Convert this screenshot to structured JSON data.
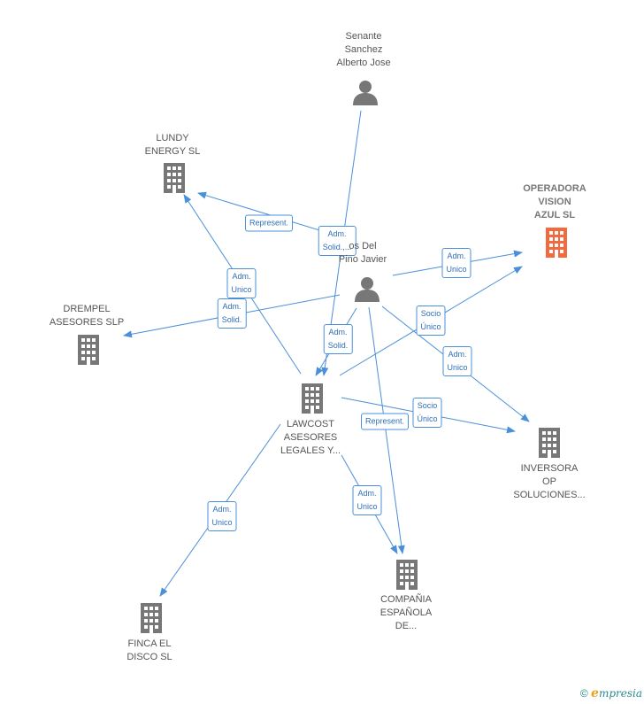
{
  "nodes": [
    {
      "id": "senante",
      "type": "person",
      "label": "Senante\nSanchez\nAlberto Jose",
      "color": "#777777"
    },
    {
      "id": "center_person",
      "type": "person",
      "label": "os Del\nPino Javier",
      "color": "#777777"
    },
    {
      "id": "lundy",
      "type": "company",
      "label": "LUNDY\nENERGY SL",
      "color": "#777777"
    },
    {
      "id": "operadora",
      "type": "company",
      "label": "OPERADORA\nVISION\nAZUL  SL",
      "color": "#f26a3d",
      "main": true
    },
    {
      "id": "drempel",
      "type": "company",
      "label": "DREMPEL\nASESORES  SLP",
      "color": "#777777"
    },
    {
      "id": "lawcost",
      "type": "company",
      "label": "LAWCOST\nASESORES\nLEGALES Y...",
      "color": "#777777"
    },
    {
      "id": "inversora",
      "type": "company",
      "label": "INVERSORA\nOP\nSOLUCIONES...",
      "color": "#777777"
    },
    {
      "id": "compania",
      "type": "company",
      "label": "COMPAÑIA\nESPAÑOLA\nDE...",
      "color": "#777777"
    },
    {
      "id": "finca",
      "type": "company",
      "label": "FINCA EL\nDISCO  SL",
      "color": "#777777"
    }
  ],
  "edges": [
    {
      "from": "senante",
      "to": "lawcost",
      "label": "Adm.\nSolid.,..."
    },
    {
      "from": "lawcost",
      "to": "lundy",
      "label": "Adm.\nUnico"
    },
    {
      "from": "center_person",
      "to": "lundy",
      "label": "Represent."
    },
    {
      "from": "center_person",
      "to": "drempel",
      "label": "Adm.\nSolid."
    },
    {
      "from": "center_person",
      "to": "lawcost",
      "label": "Adm.\nSolid."
    },
    {
      "from": "center_person",
      "to": "operadora",
      "label": "Adm.\nUnico"
    },
    {
      "from": "lawcost",
      "to": "operadora",
      "label": "Socio\nÚnico"
    },
    {
      "from": "center_person",
      "to": "inversora",
      "label": "Adm.\nUnico"
    },
    {
      "from": "lawcost",
      "to": "inversora",
      "label": "Socio\nÚnico"
    },
    {
      "from": "center_person",
      "to": "compania",
      "label": "Represent."
    },
    {
      "from": "lawcost",
      "to": "compania",
      "label": "Adm.\nUnico"
    },
    {
      "from": "lawcost",
      "to": "finca",
      "label": "Adm.\nUnico"
    }
  ],
  "colors": {
    "edge": "#4a8fd9",
    "node": "#777777",
    "highlight": "#f26a3d"
  },
  "footer": {
    "copyright": "©",
    "brand_initial": "e",
    "brand_rest": "mpresia"
  }
}
